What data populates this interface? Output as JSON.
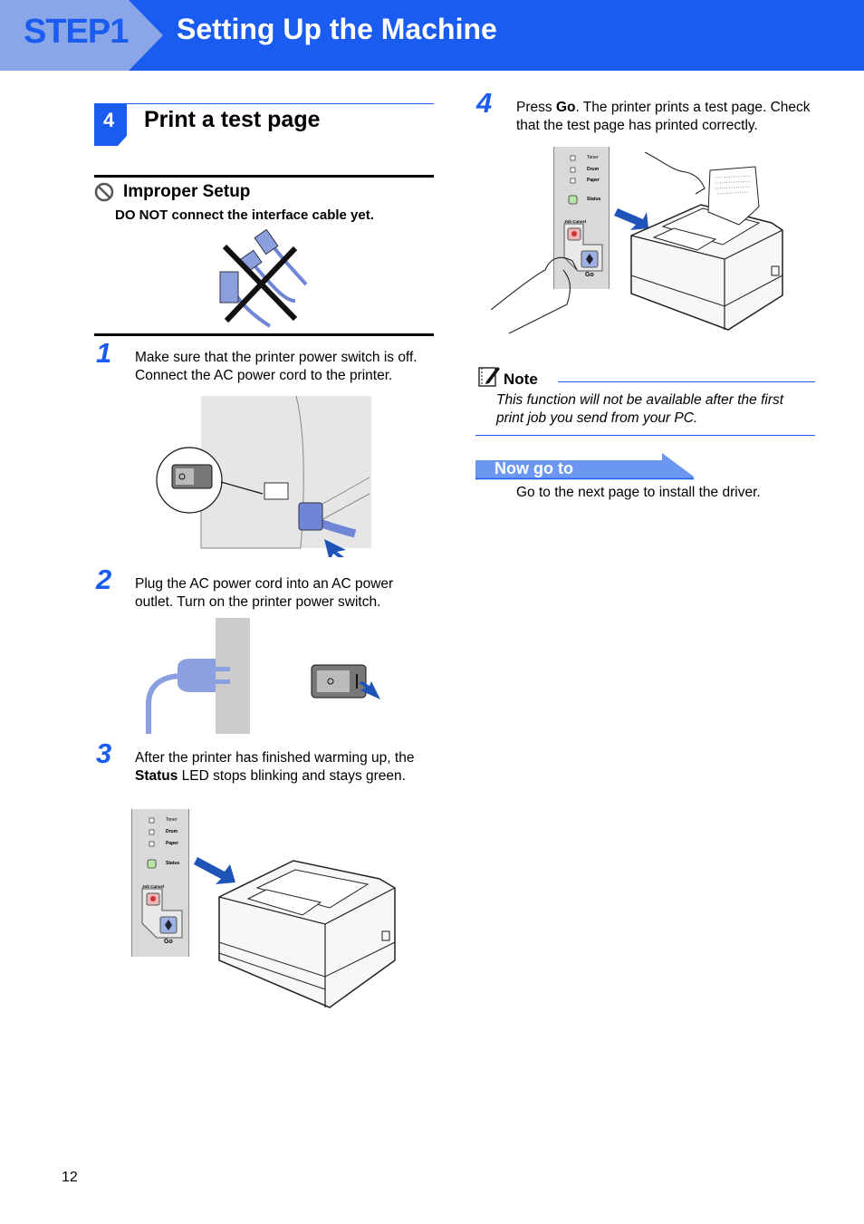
{
  "header": {
    "step_label": "STEP1",
    "title": "Setting Up the Machine"
  },
  "section": {
    "number": "4",
    "title": "Print a test page"
  },
  "improper_setup": {
    "title": "Improper Setup",
    "text": "DO NOT connect the interface cable yet."
  },
  "steps": [
    {
      "number": "1",
      "lines": [
        "Make sure that the printer power switch is off.",
        "Connect the AC power cord to the printer."
      ]
    },
    {
      "number": "2",
      "lines": [
        "Plug the AC power cord into an AC power",
        "outlet. Turn on the printer power switch."
      ]
    },
    {
      "number": "3",
      "line1": "After the printer has finished warming up, the",
      "line2_bold": "Status",
      "line2_rest": " LED stops blinking and stays green."
    },
    {
      "number": "4",
      "line1_pre": "Press ",
      "line1_bold": "Go",
      "line1_post": ". The printer prints a test page. Check",
      "line2": "that the test page has printed correctly."
    }
  ],
  "control_panel": {
    "leds": [
      "Toner",
      "Drum",
      "Paper",
      "Status"
    ],
    "job_cancel": "Job Cancel",
    "go": "Go"
  },
  "note": {
    "title": "Note",
    "lines": [
      "This function will not be available after the first",
      "print job you send from your PC."
    ]
  },
  "now_go_to": {
    "label": "Now go to",
    "text": "Go to the next page to install the driver."
  },
  "page_number": "12",
  "colors": {
    "accent": "#1a5cf0",
    "tab": "#8aa5e8",
    "cable": "#6f86d6"
  }
}
